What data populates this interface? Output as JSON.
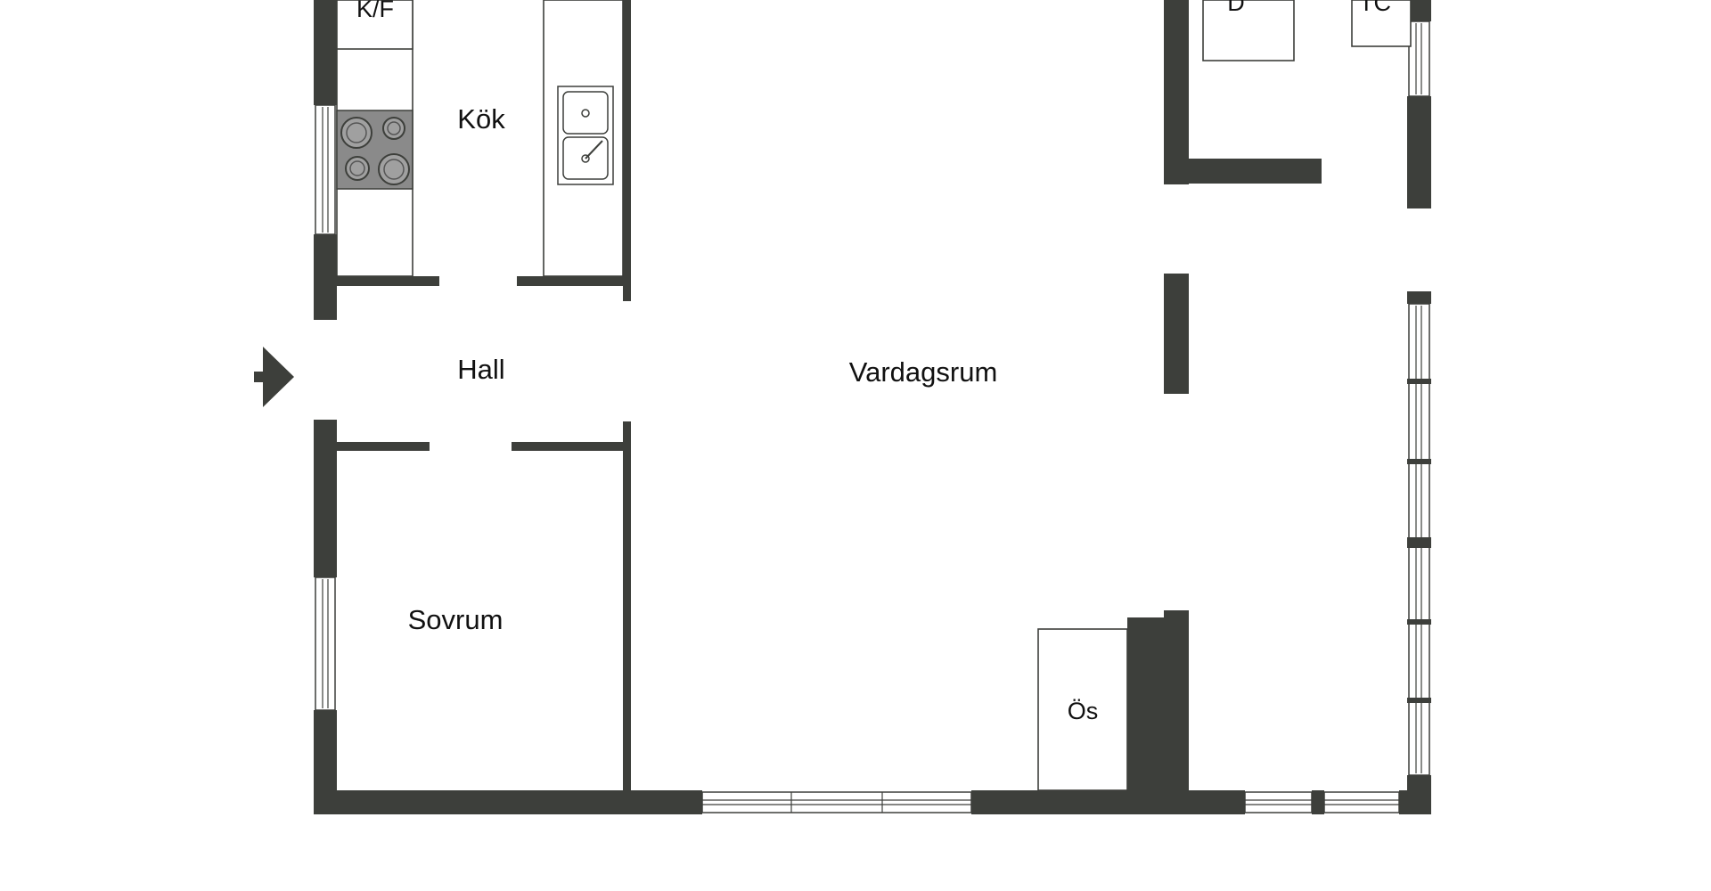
{
  "floorplan": {
    "colors": {
      "wall": "#3d3f3b",
      "stove": "#8a8a8a",
      "background": "#ffffff"
    },
    "rooms": {
      "kitchen": "Kök",
      "hall": "Hall",
      "living_room": "Vardagsrum",
      "bedroom": "Sovrum"
    },
    "fixtures": {
      "fridge_freezer": "K/F",
      "dishwasher": "D",
      "washer_dryer": "TC",
      "fireplace": "Ös"
    },
    "icons": {
      "entrance": "entrance-arrow-icon",
      "stove": "stove-icon",
      "sink": "sink-icon"
    }
  }
}
